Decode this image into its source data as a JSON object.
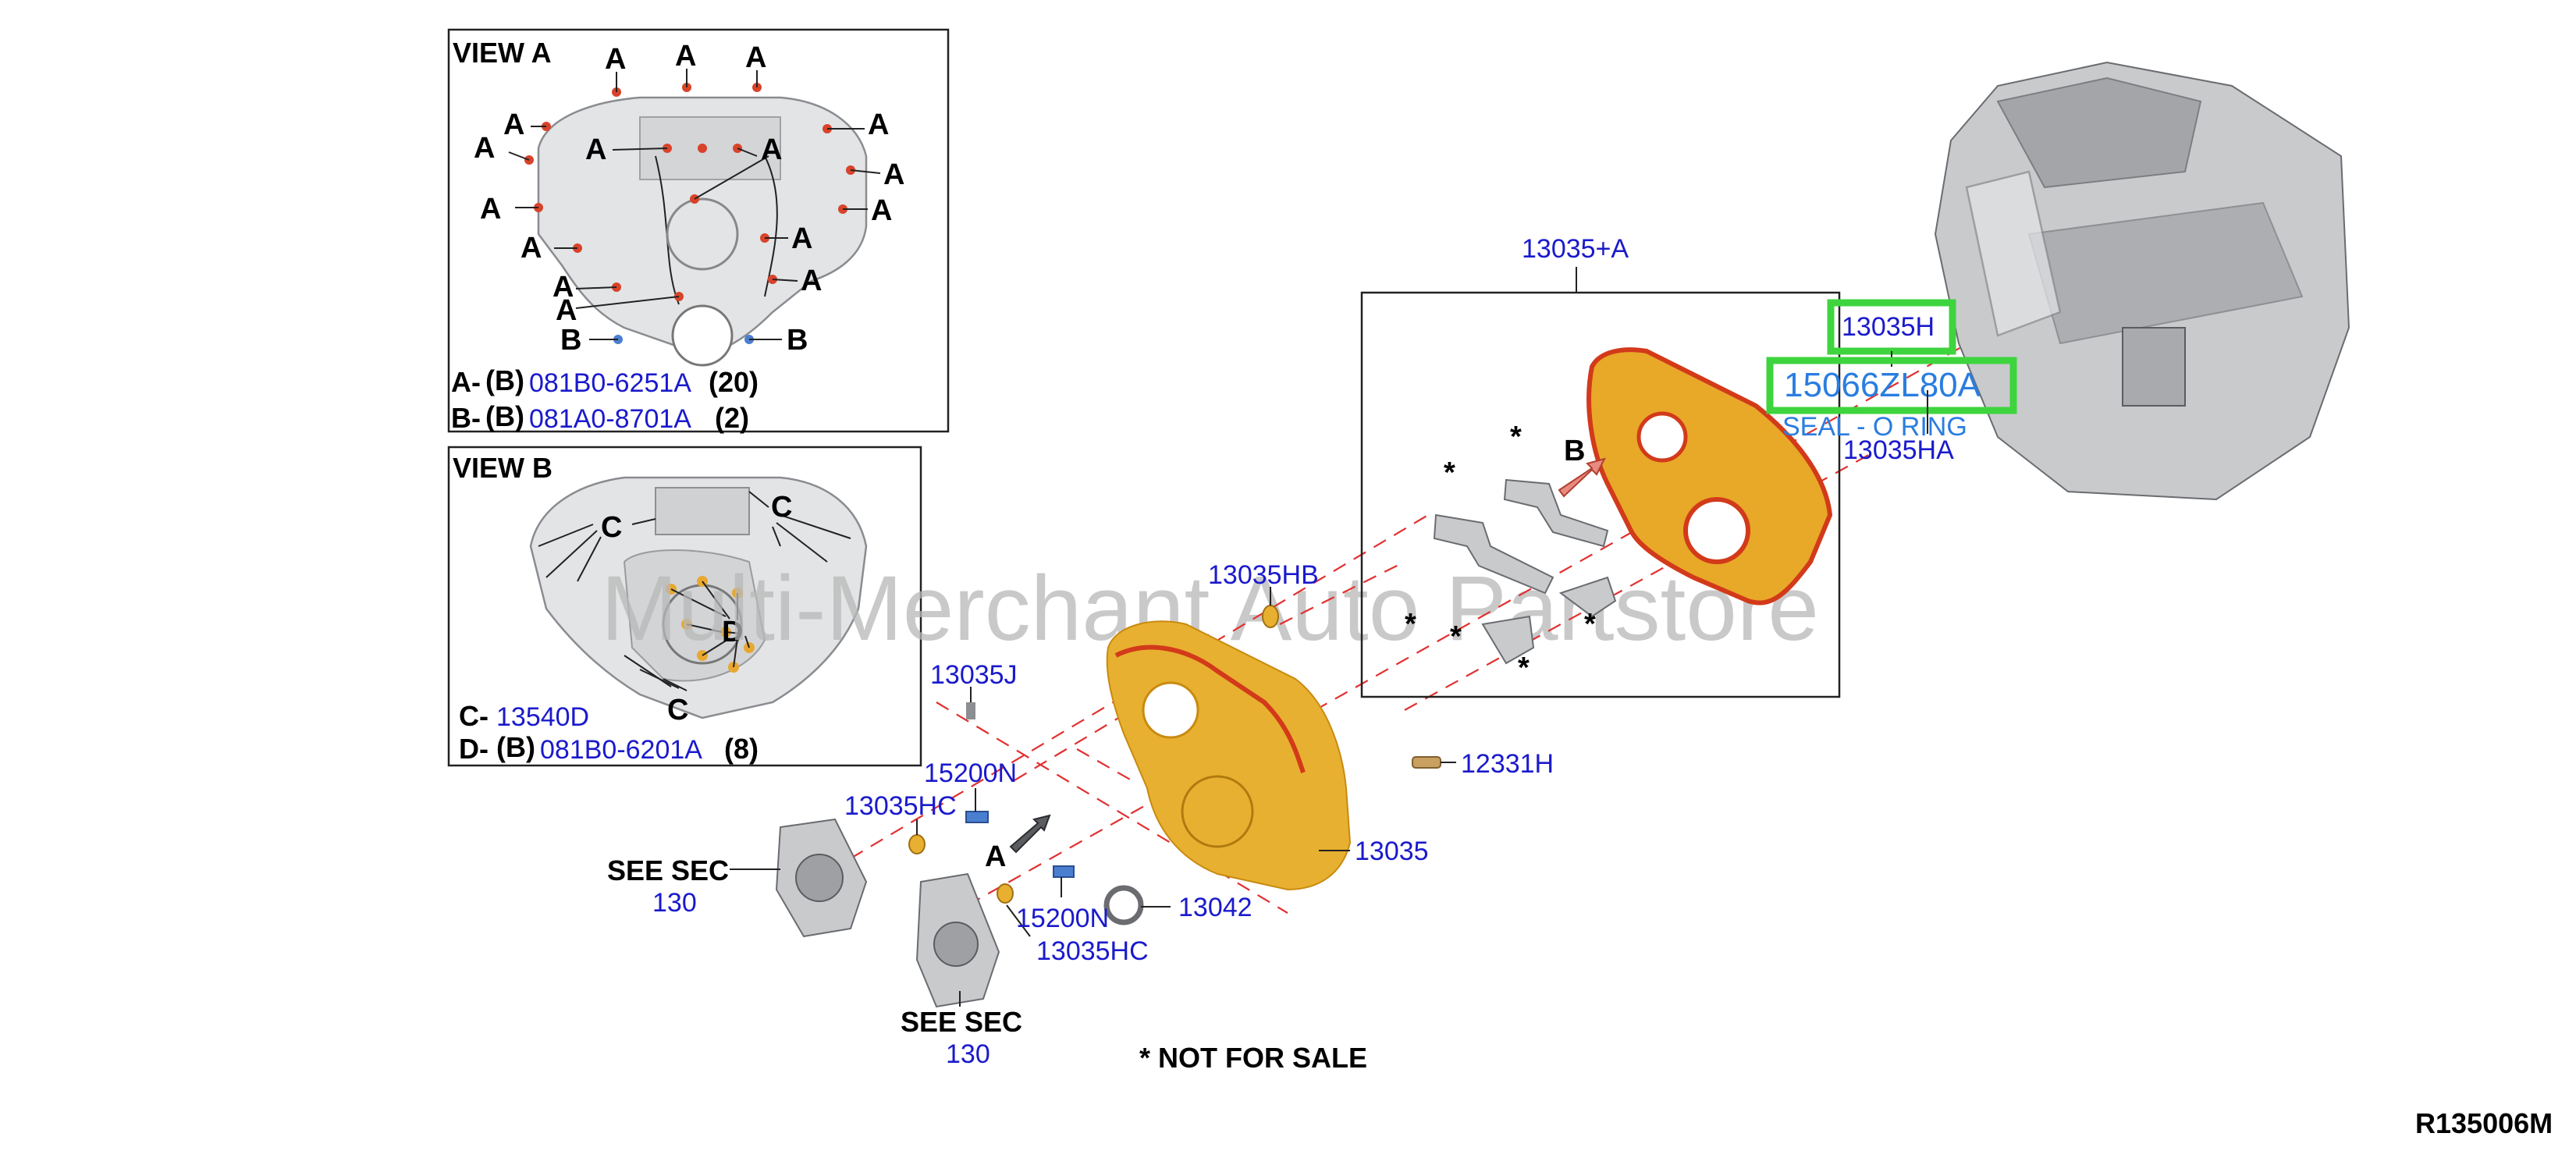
{
  "view_a": {
    "title": "VIEW A",
    "letter_a": "A",
    "letter_b": "B",
    "legend": [
      {
        "key": "A-",
        "tag": "(B)",
        "part": "081B0-6251A",
        "qty": "(20)"
      },
      {
        "key": "B-",
        "tag": "(B)",
        "part": "081A0-8701A",
        "qty": "(2)"
      }
    ]
  },
  "view_b": {
    "title": "VIEW B",
    "letter_c": "C",
    "letter_d": "D",
    "legend": [
      {
        "key": "C-",
        "part": "13540D"
      },
      {
        "key": "D-",
        "tag": "(B)",
        "part": "081B0-6201A",
        "qty": "(8)"
      }
    ]
  },
  "parts": {
    "p13035_a": "13035+A",
    "p13035h": "13035H",
    "p15066": "15066ZL80A",
    "seal": "SEAL - O RING",
    "p13035ha": "13035HA",
    "p13035hb": "13035HB",
    "p13035j": "13035J",
    "p15200n_1": "15200N",
    "p13035hc_1": "13035HC",
    "p12331h": "12331H",
    "p13035": "13035",
    "p15200n_2": "15200N",
    "p13042": "13042",
    "p13035hc_2": "13035HC"
  },
  "inset_letters": {
    "b": "B",
    "a": "A",
    "star": "*"
  },
  "see_sec": [
    {
      "label": "SEE SEC",
      "num": "130"
    },
    {
      "label": "SEE SEC",
      "num": "130"
    }
  ],
  "note": "* NOT FOR SALE",
  "ref_code": "R135006M",
  "watermark": "Multi-Merchant Auto Partstore",
  "colors": {
    "highlight": "#3ed43e",
    "part_link": "#1a1acc",
    "callout_blue": "#2a7de0",
    "gold": "#e8b030",
    "leader_red": "#e23030"
  }
}
